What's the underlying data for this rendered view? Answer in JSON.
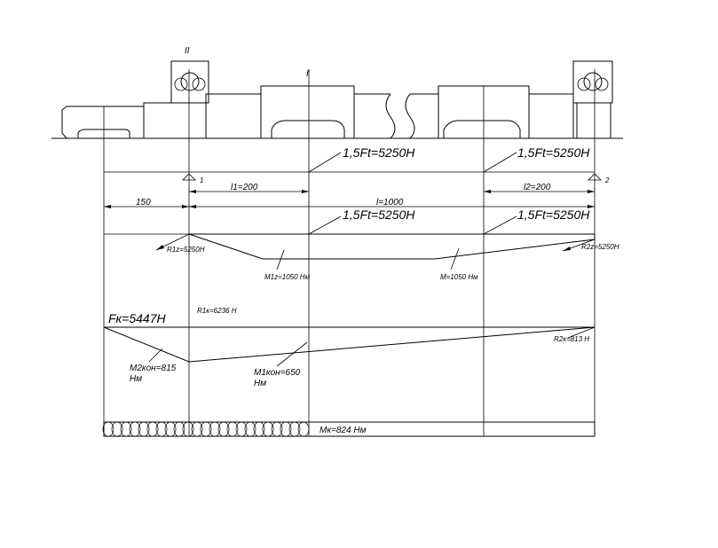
{
  "labels": {
    "support_2_roman": "II",
    "gear_1_roman": "I",
    "force_top_left": "1,5Ft=5250H",
    "force_top_right": "1,5Ft=5250H",
    "support_1_num": "1",
    "support_2_num": "2",
    "dim_l1": "l1=200",
    "dim_l2": "l2=200",
    "dim_150": "150",
    "dim_l": "l=1000",
    "force_mid_left": "1,5Ft=5250H",
    "force_mid_right": "1,5Ft=5250H",
    "r1z": "R1z=5250H",
    "r2z": "R2z=5250H",
    "m1z": "M1z=1050  Нм",
    "m_right": "M=1050  Нм",
    "r1k": "R1к=6236  Н",
    "fk": "Fк=5447Н",
    "r2k": "R2к=813  Н",
    "m2kon_a": "M2кон=815",
    "m2kon_b": "Нм",
    "m1kon_a": "M1кон=650",
    "m1kon_b": "Нм",
    "mk": "Mк=824  Нм"
  }
}
